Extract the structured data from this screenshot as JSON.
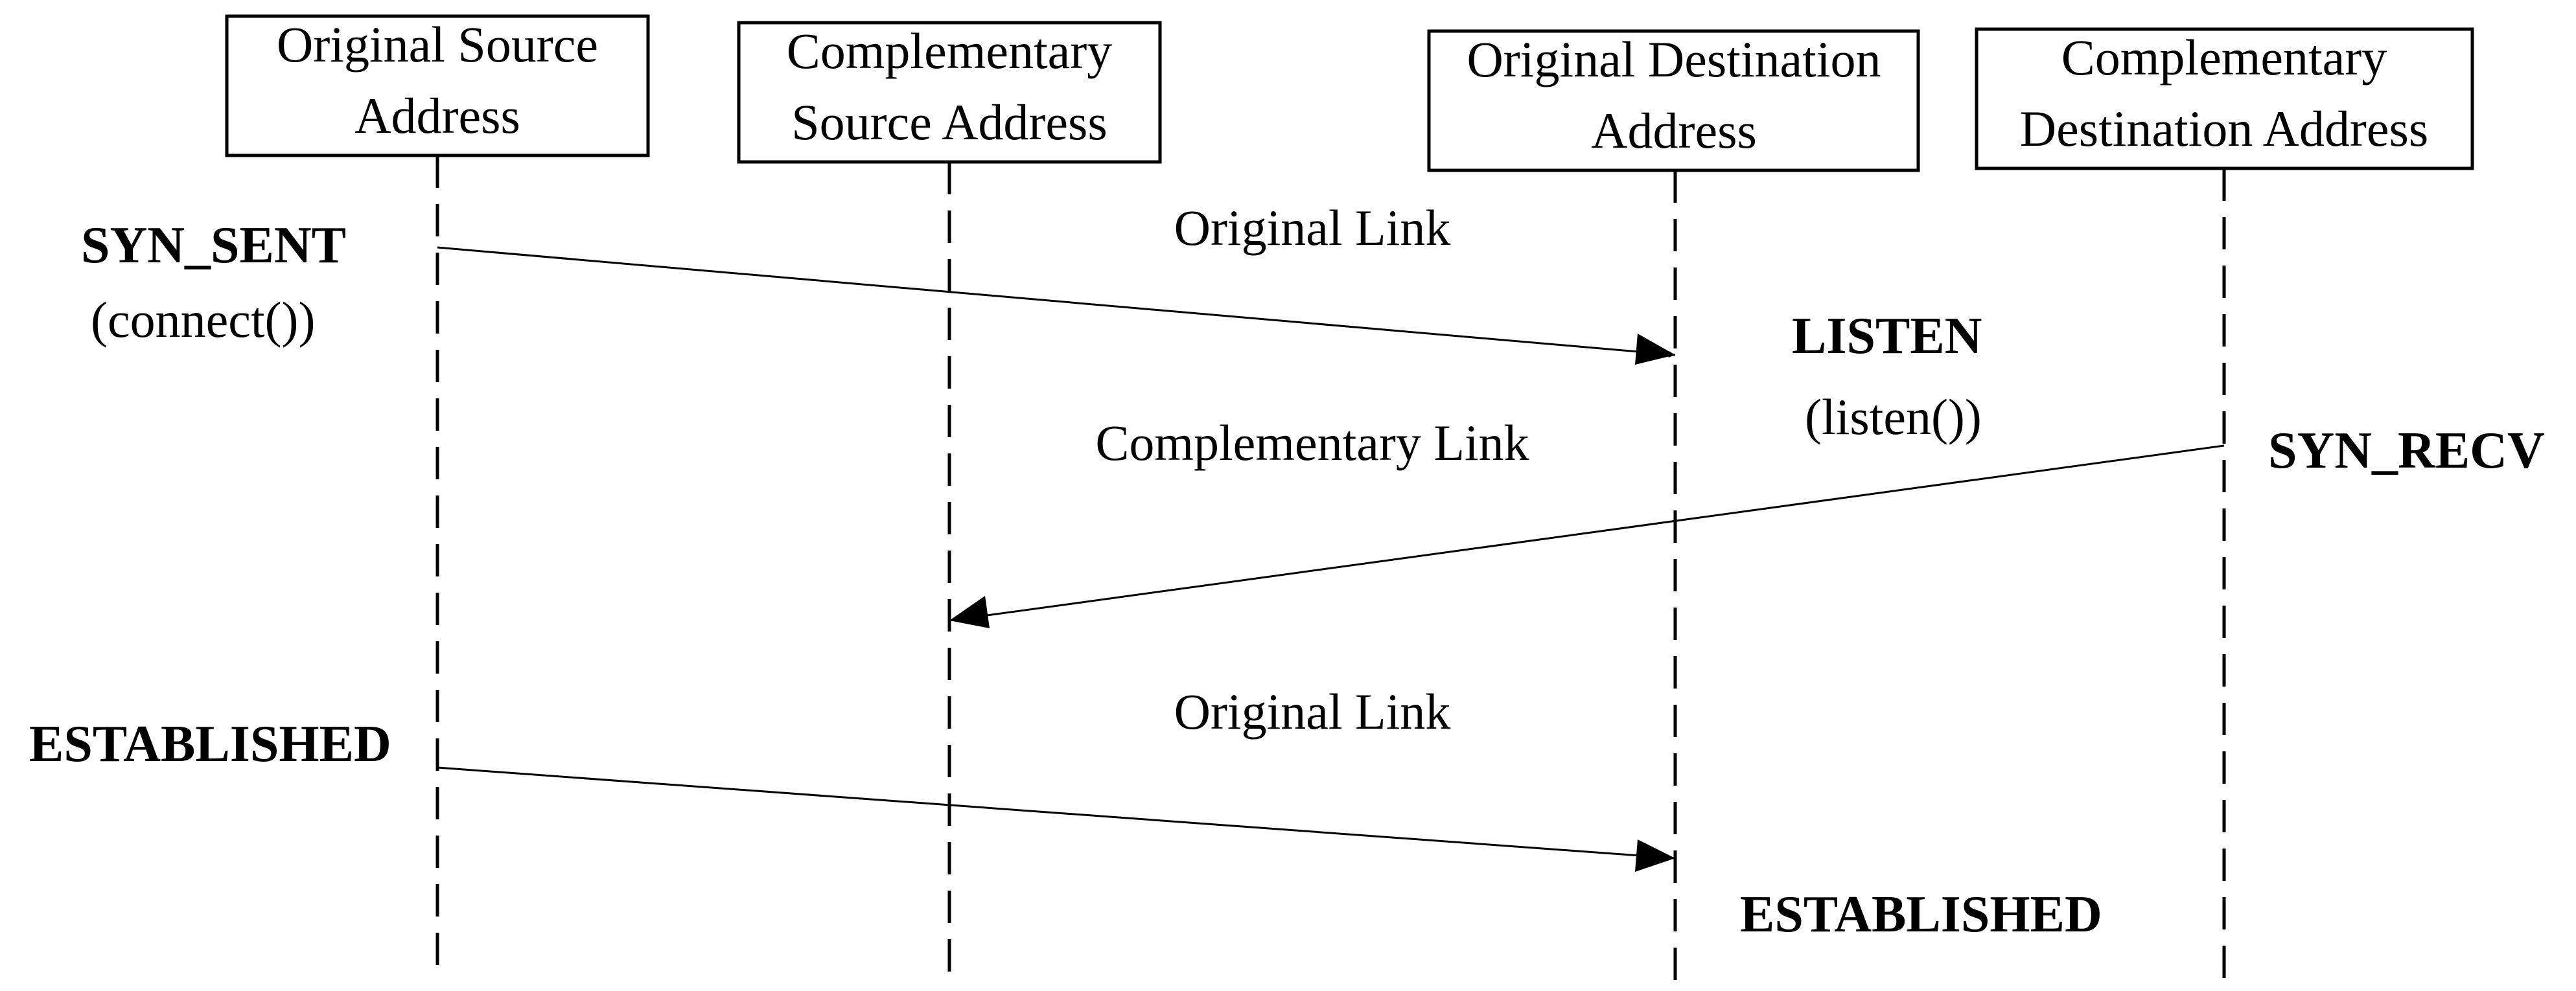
{
  "participants": [
    {
      "line1": "Original Source",
      "line2": "Address"
    },
    {
      "line1": "Complementary",
      "line2": "Source Address"
    },
    {
      "line1": "Original Destination",
      "line2": "Address"
    },
    {
      "line1": "Complementary",
      "line2": "Destination Address"
    }
  ],
  "states": {
    "syn_sent": "SYN_SENT",
    "connect_call": "(connect())",
    "listen": "LISTEN",
    "listen_call": "(listen())",
    "syn_recv": "SYN_RECV",
    "established_source": "ESTABLISHED",
    "established_destination": "ESTABLISHED"
  },
  "messages": [
    {
      "label": "Original Link"
    },
    {
      "label": "Complementary Link"
    },
    {
      "label": "Original Link"
    }
  ]
}
